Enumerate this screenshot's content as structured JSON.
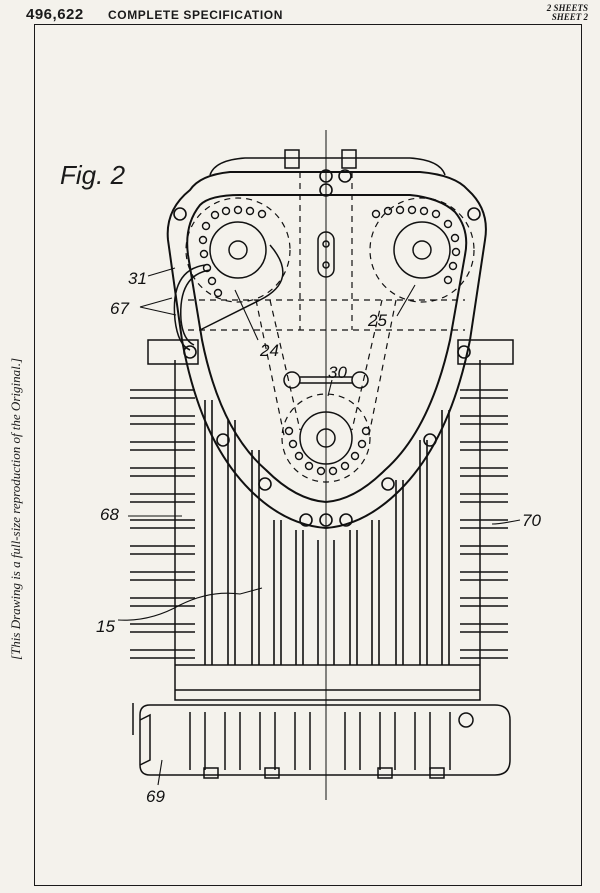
{
  "header": {
    "number": "496,622",
    "title": "COMPLETE SPECIFICATION",
    "sheets_line1": "2 SHEETS",
    "sheets_line2": "SHEET 2"
  },
  "side_note": "[This Drawing is a full-size reproduction of the Original.]",
  "figure_title": "Fig. 2",
  "labels": {
    "l31": "31",
    "l67": "67",
    "l24": "24",
    "l25": "25",
    "l30": "30",
    "l68": "68",
    "l70": "70",
    "l15": "15",
    "l69": "69"
  }
}
